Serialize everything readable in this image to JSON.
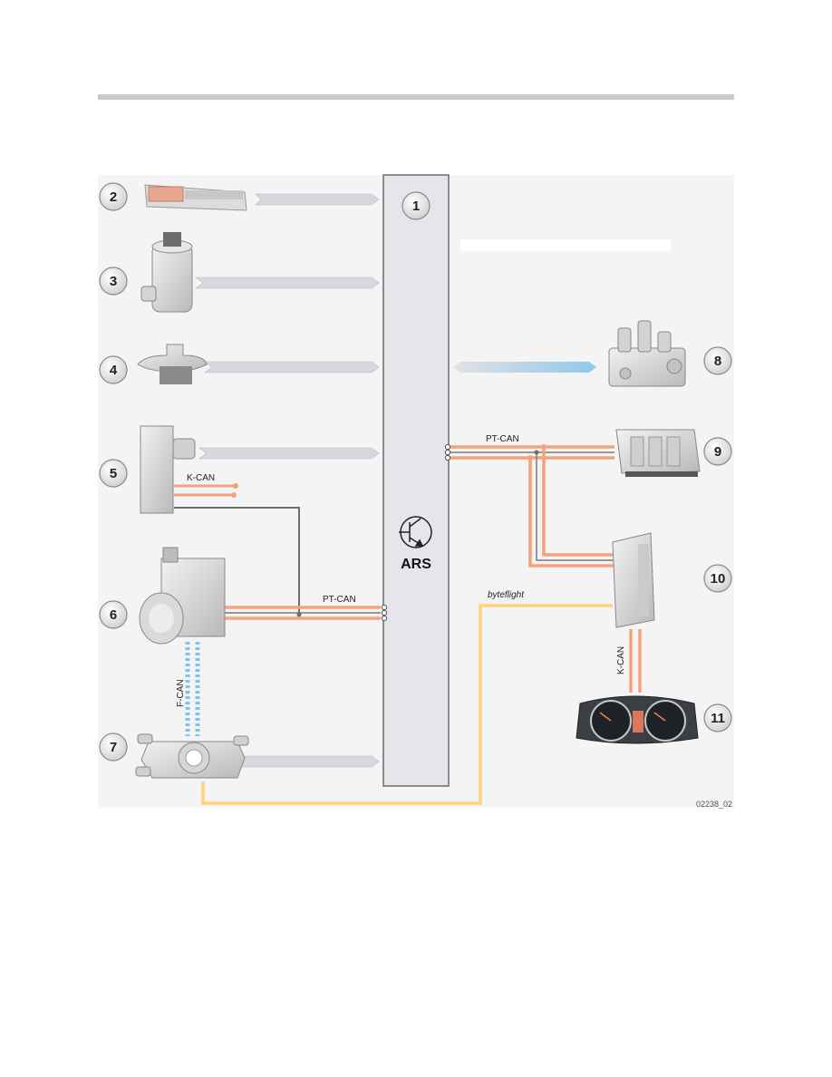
{
  "diagram": {
    "module_label": "ARS",
    "figure_id": "02238_02",
    "callouts": [
      "1",
      "2",
      "3",
      "4",
      "5",
      "6",
      "7",
      "8",
      "9",
      "10",
      "11"
    ],
    "bus_labels": {
      "k_can_left": "K-CAN",
      "pt_can_left": "PT-CAN",
      "pt_can_right": "PT-CAN",
      "byteflight": "byteflight",
      "f_can": "F-CAN",
      "k_can_right": "K-CAN"
    },
    "colors": {
      "pt_can": "#f3a27c",
      "byteflight": "#ffd27f",
      "f_can": "#7cc4ee",
      "hydraulic": "#8fc8ec",
      "signal_arrow": "#d9d6de",
      "module_fill": "#e7e5ea",
      "background": "#f4f4f4"
    }
  }
}
